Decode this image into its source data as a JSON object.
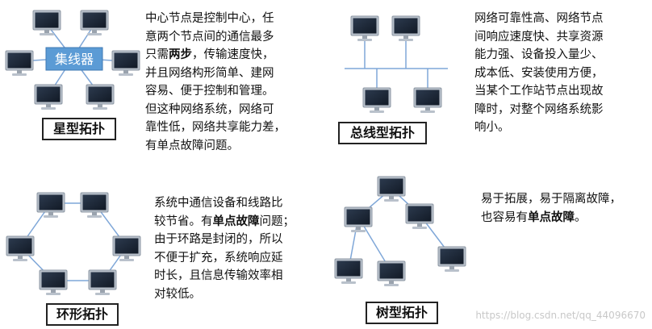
{
  "star": {
    "hub_label": "集线器",
    "title": "星型拓扑",
    "desc": {
      "p1": "中心节点是控制中心，任\n意两个节点间的通信最多\n只需",
      "bold": "两步",
      "p2": "，传输速度快，\n并且网络构形简单、建网\n容易、便于控制和管理。\n但这种网络系统，网络可\n靠性低，网络共享能力差，\n有单点故障问题。"
    }
  },
  "bus": {
    "title": "总线型拓扑",
    "desc": "网络可靠性高、网络节点\n间响应速度快、共享资源\n能力强、设备投入量少、\n成本低、安装使用方便，\n当某个工作站节点出现故\n障时，对整个网络系统影\n响小。"
  },
  "ring": {
    "title": "环形拓扑",
    "desc": {
      "p1": "系统中通信设备和线路比\n较节省。有",
      "bold": "单点故障",
      "p2": "问题；\n由于环路是封闭的，所以\n不便于扩充，系统响应延\n时长，且信息传输效率相\n对较低。"
    }
  },
  "tree": {
    "title": "树型拓扑",
    "desc": {
      "p1": "易于拓展，易于隔离故障，\n也容易有",
      "bold": "单点故障",
      "p2": "。"
    }
  },
  "watermark": "https://blog.csdn.net/qq_44096670",
  "colors": {
    "line": "#7fa7d8",
    "hub_fill": "#5b9bd5",
    "screen": "#1f2a3a",
    "bezel": "#aeb6c0"
  }
}
